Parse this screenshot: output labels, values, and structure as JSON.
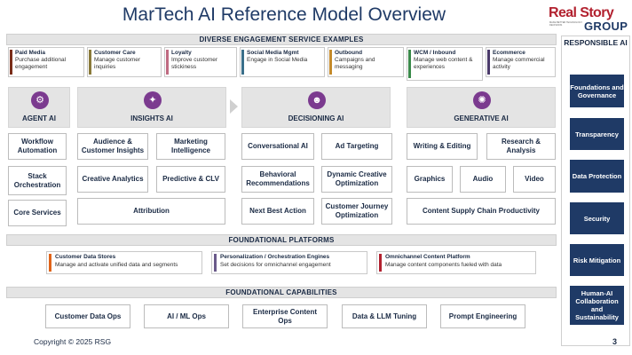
{
  "title": "MarTech AI Reference Model Overview",
  "logo": {
    "main": "Real Story",
    "group": "GROUP",
    "tagline": "MAKE BETTER TECHNOLOGY DECISIONS"
  },
  "engagement": {
    "header": "DIVERSE ENGAGEMENT SERVICE EXAMPLES",
    "items": [
      {
        "title": "Paid Media",
        "desc": "Purchase additional engagement",
        "color": "#7a2e1a"
      },
      {
        "title": "Customer Care",
        "desc": "Manage customer inquiries",
        "color": "#8a7a3a"
      },
      {
        "title": "Loyalty",
        "desc": "Improve customer stickiness",
        "color": "#c06b82"
      },
      {
        "title": "Social Media Mgmt",
        "desc": "Engage in Social Media",
        "color": "#3a6f8a"
      },
      {
        "title": "Outbound",
        "desc": "Campaigns and messaging",
        "color": "#c48a2a"
      },
      {
        "title": "WCM / Inbound",
        "desc": "Manage web content & experiences",
        "color": "#3a8a4a"
      },
      {
        "title": "Ecommerce",
        "desc": "Manage commercial activity",
        "color": "#4a3a6a"
      }
    ]
  },
  "agent": {
    "label": "AGENT AI",
    "boxes": [
      "Workflow Automation",
      "Stack Orchestration",
      "Core Services"
    ]
  },
  "insights": {
    "label": "INSIGHTS AI",
    "boxes": [
      "Audience & Customer Insights",
      "Marketing Intelligence",
      "Creative Analytics",
      "Predictive & CLV",
      "Attribution"
    ]
  },
  "decisioning": {
    "label": "DECISIONING AI",
    "boxes": [
      "Conversational AI",
      "Ad Targeting",
      "Behavioral Recommendations",
      "Dynamic Creative Optimization",
      "Next Best Action",
      "Customer Journey Optimization"
    ]
  },
  "generative": {
    "label": "GENERATIVE AI",
    "boxes": [
      "Writing & Editing",
      "Research & Analysis",
      "Graphics",
      "Audio",
      "Video",
      "Content Supply Chain Productivity"
    ]
  },
  "platforms": {
    "header": "FOUNDATIONAL PLATFORMS",
    "items": [
      {
        "title": "Customer Data Stores",
        "desc": "Manage and activate unified data and segments",
        "color": "#e0641a"
      },
      {
        "title": "Personalization / Orchestration Engines",
        "desc": "Set decisions for omnichannel engagement",
        "color": "#6a5a8a"
      },
      {
        "title": "Omnichannel Content Platform",
        "desc": "Manage content components fueled with data",
        "color": "#b2212f"
      }
    ]
  },
  "capabilities": {
    "header": "FOUNDATIONAL CAPABILITIES",
    "items": [
      "Customer Data Ops",
      "AI / ML Ops",
      "Enterprise Content Ops",
      "Data & LLM Tuning",
      "Prompt Engineering"
    ]
  },
  "responsible": {
    "header": "RESPONSIBLE AI",
    "items": [
      "Foundations and Governance",
      "Transparency",
      "Data Protection",
      "Security",
      "Risk Mitigation",
      "Human-AI Collaboration and Sustainability"
    ]
  },
  "footer": {
    "copyright": "Copyright © 2025 RSG",
    "page": "3"
  },
  "colors": {
    "navy": "#1f3a66",
    "brand_red": "#b2212f",
    "icon_purple": "#7b3a8f"
  }
}
